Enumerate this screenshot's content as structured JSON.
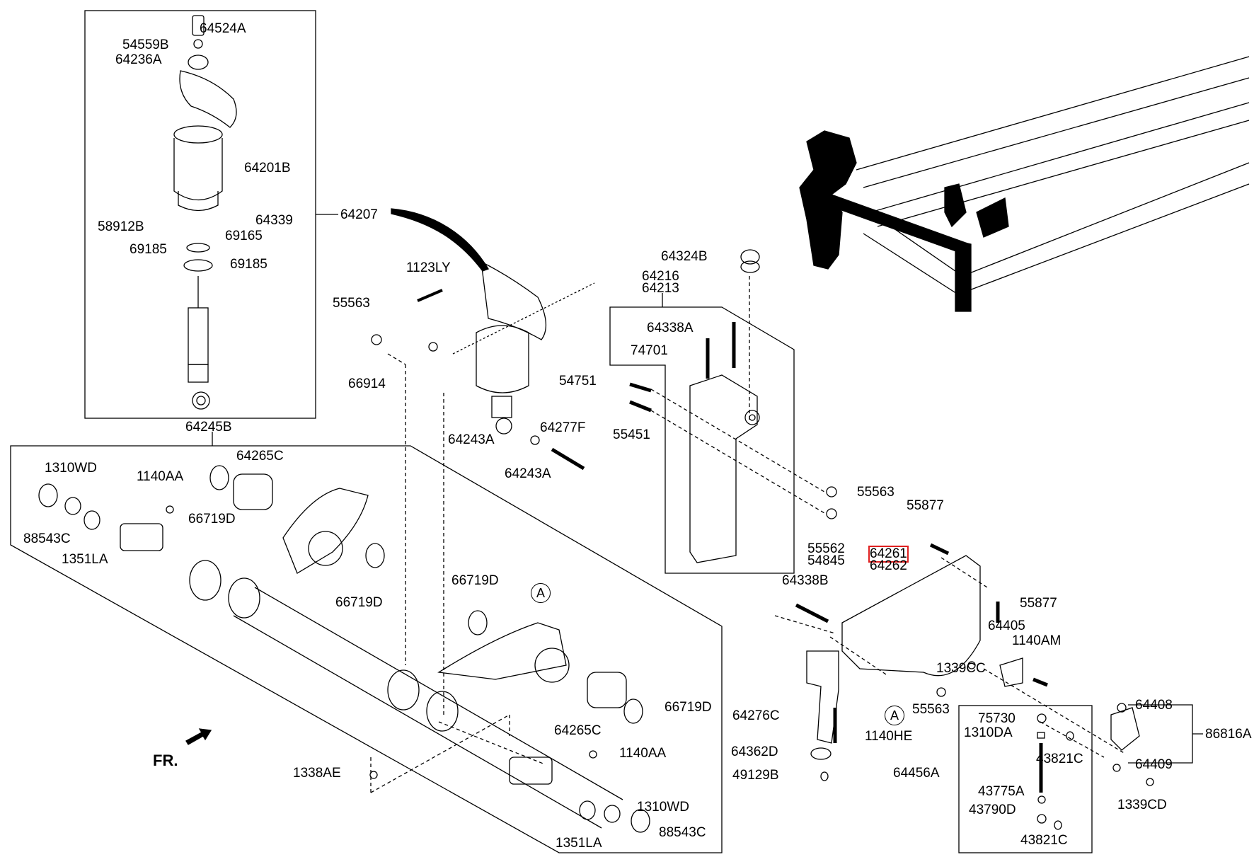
{
  "diagram": {
    "title": "Front suspension air spring / axle parts diagram",
    "highlight_color": "#e02020",
    "direction_indicator": "FR.",
    "reference_marker": "A",
    "groups": {
      "air_spring_assembly": "64207",
      "axle_assembly": "64245B",
      "bracket_assembly": [
        "64216",
        "64213"
      ],
      "height_sensor_link": "64456A",
      "valve_assembly": "86816A"
    },
    "labels": [
      {
        "id": "l1",
        "text": "64524A"
      },
      {
        "id": "l2",
        "text": "54559B"
      },
      {
        "id": "l3",
        "text": "64236A"
      },
      {
        "id": "l4",
        "text": "64201B"
      },
      {
        "id": "l5",
        "text": "58912B"
      },
      {
        "id": "l6",
        "text": "64339"
      },
      {
        "id": "l7",
        "text": "69165"
      },
      {
        "id": "l8",
        "text": "69185"
      },
      {
        "id": "l9",
        "text": "69185"
      },
      {
        "id": "l10",
        "text": "64207"
      },
      {
        "id": "l11",
        "text": "1123LY"
      },
      {
        "id": "l12",
        "text": "55563"
      },
      {
        "id": "l13",
        "text": "66914"
      },
      {
        "id": "l14",
        "text": "64243A"
      },
      {
        "id": "l15",
        "text": "64277F"
      },
      {
        "id": "l16",
        "text": "64243A"
      },
      {
        "id": "l17",
        "text": "64245B"
      },
      {
        "id": "l18",
        "text": "1310WD"
      },
      {
        "id": "l19",
        "text": "1140AA"
      },
      {
        "id": "l20",
        "text": "64265C"
      },
      {
        "id": "l21",
        "text": "88543C"
      },
      {
        "id": "l22",
        "text": "66719D"
      },
      {
        "id": "l23",
        "text": "1351LA"
      },
      {
        "id": "l24",
        "text": "66719D"
      },
      {
        "id": "l25",
        "text": "66719D"
      },
      {
        "id": "l26",
        "text": "66719D"
      },
      {
        "id": "l27",
        "text": "64265C"
      },
      {
        "id": "l28",
        "text": "1140AA"
      },
      {
        "id": "l29",
        "text": "1338AE"
      },
      {
        "id": "l30",
        "text": "1310WD"
      },
      {
        "id": "l31",
        "text": "88543C"
      },
      {
        "id": "l32",
        "text": "1351LA"
      },
      {
        "id": "l33",
        "text": "64324B"
      },
      {
        "id": "l34",
        "text": "64216"
      },
      {
        "id": "l35",
        "text": "64213"
      },
      {
        "id": "l36",
        "text": "64338A"
      },
      {
        "id": "l37",
        "text": "74701"
      },
      {
        "id": "l38",
        "text": "54751"
      },
      {
        "id": "l39",
        "text": "55451"
      },
      {
        "id": "l40",
        "text": "55563"
      },
      {
        "id": "l41",
        "text": "55877"
      },
      {
        "id": "l42",
        "text": "55562"
      },
      {
        "id": "l43",
        "text": "54845"
      },
      {
        "id": "l44",
        "text": "64261",
        "highlighted": true
      },
      {
        "id": "l45",
        "text": "64262"
      },
      {
        "id": "l46",
        "text": "64338B"
      },
      {
        "id": "l47",
        "text": "55877"
      },
      {
        "id": "l48",
        "text": "64405"
      },
      {
        "id": "l49",
        "text": "1140AM"
      },
      {
        "id": "l50",
        "text": "1339CC"
      },
      {
        "id": "l51",
        "text": "55563"
      },
      {
        "id": "l52",
        "text": "64276C"
      },
      {
        "id": "l53",
        "text": "1140HE"
      },
      {
        "id": "l54",
        "text": "64362D"
      },
      {
        "id": "l55",
        "text": "49129B"
      },
      {
        "id": "l56",
        "text": "75730"
      },
      {
        "id": "l57",
        "text": "1310DA"
      },
      {
        "id": "l58",
        "text": "43821C"
      },
      {
        "id": "l59",
        "text": "64456A"
      },
      {
        "id": "l60",
        "text": "43775A"
      },
      {
        "id": "l61",
        "text": "43790D"
      },
      {
        "id": "l62",
        "text": "43821C"
      },
      {
        "id": "l63",
        "text": "64408"
      },
      {
        "id": "l64",
        "text": "86816A"
      },
      {
        "id": "l65",
        "text": "64409"
      },
      {
        "id": "l66",
        "text": "1339CD"
      }
    ]
  }
}
